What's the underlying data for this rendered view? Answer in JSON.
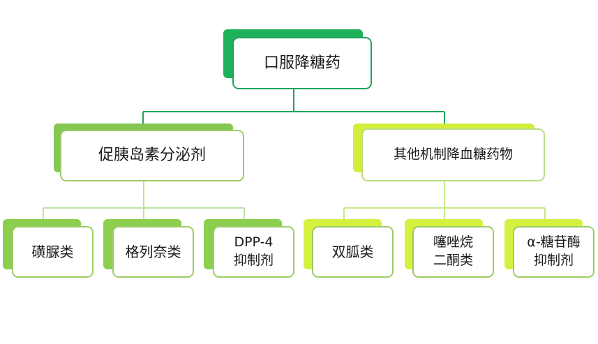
{
  "colors": {
    "root_accent": "#1fb15a",
    "root_border": "#1fa45a",
    "left_accent": "#86c753",
    "left_border": "#9ccc65",
    "right_accent": "#d2ee3a",
    "right_border": "#b9dd7f",
    "leaf_accent": "#8ccf4f",
    "leaf_border": "#9ccc65",
    "leaf_right_accent": "#d6f040",
    "connector_root": "#1fa45a",
    "connector_left": "#bfe0a0",
    "connector_right": "#c8e88a"
  },
  "diagram": {
    "root": {
      "label": "口服降糖药"
    },
    "categories": [
      {
        "label": "促胰岛素分泌剂",
        "children": [
          {
            "label": "磺脲类"
          },
          {
            "label": "格列奈类"
          },
          {
            "label": "DPP-4\n抑制剂"
          }
        ]
      },
      {
        "label": "其他机制降血糖药物",
        "children": [
          {
            "label": "双胍类"
          },
          {
            "label": "噻唑烷\n二酮类"
          },
          {
            "label": "α-糖苷酶\n抑制剂"
          }
        ]
      }
    ]
  }
}
